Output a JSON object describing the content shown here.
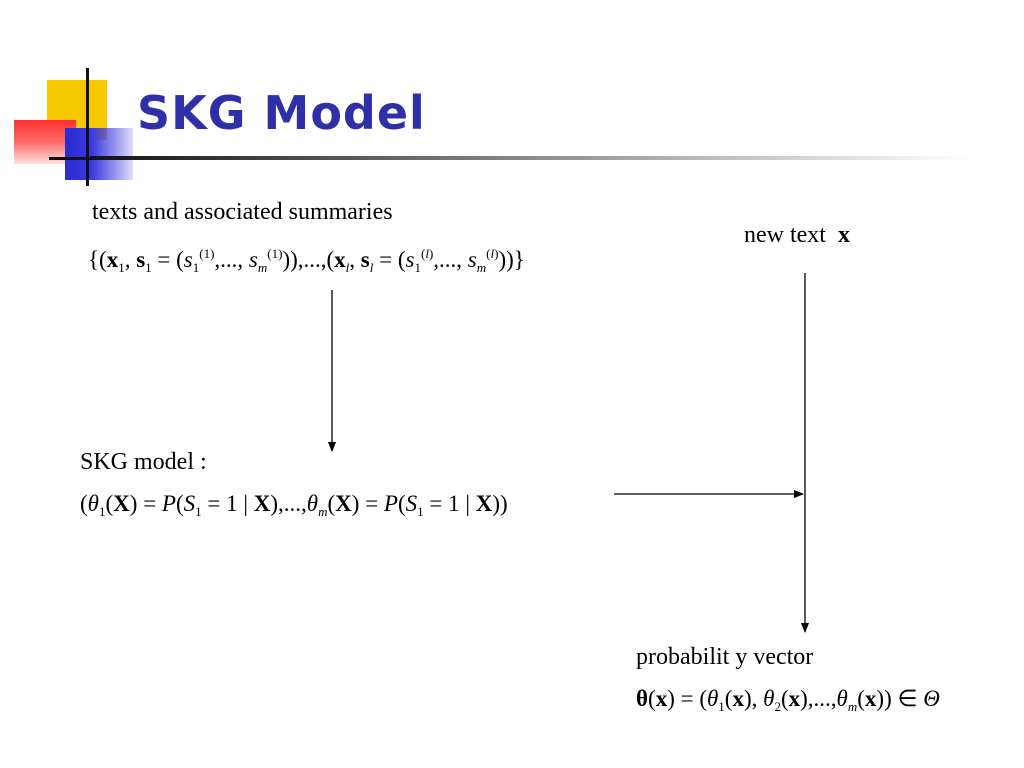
{
  "slide": {
    "title": "SKG Model"
  },
  "labels": {
    "training": "texts and associated summaries",
    "new_text": "new text",
    "new_text_var": "x",
    "model": "SKG model :",
    "output": "probabilit y vector"
  }
}
